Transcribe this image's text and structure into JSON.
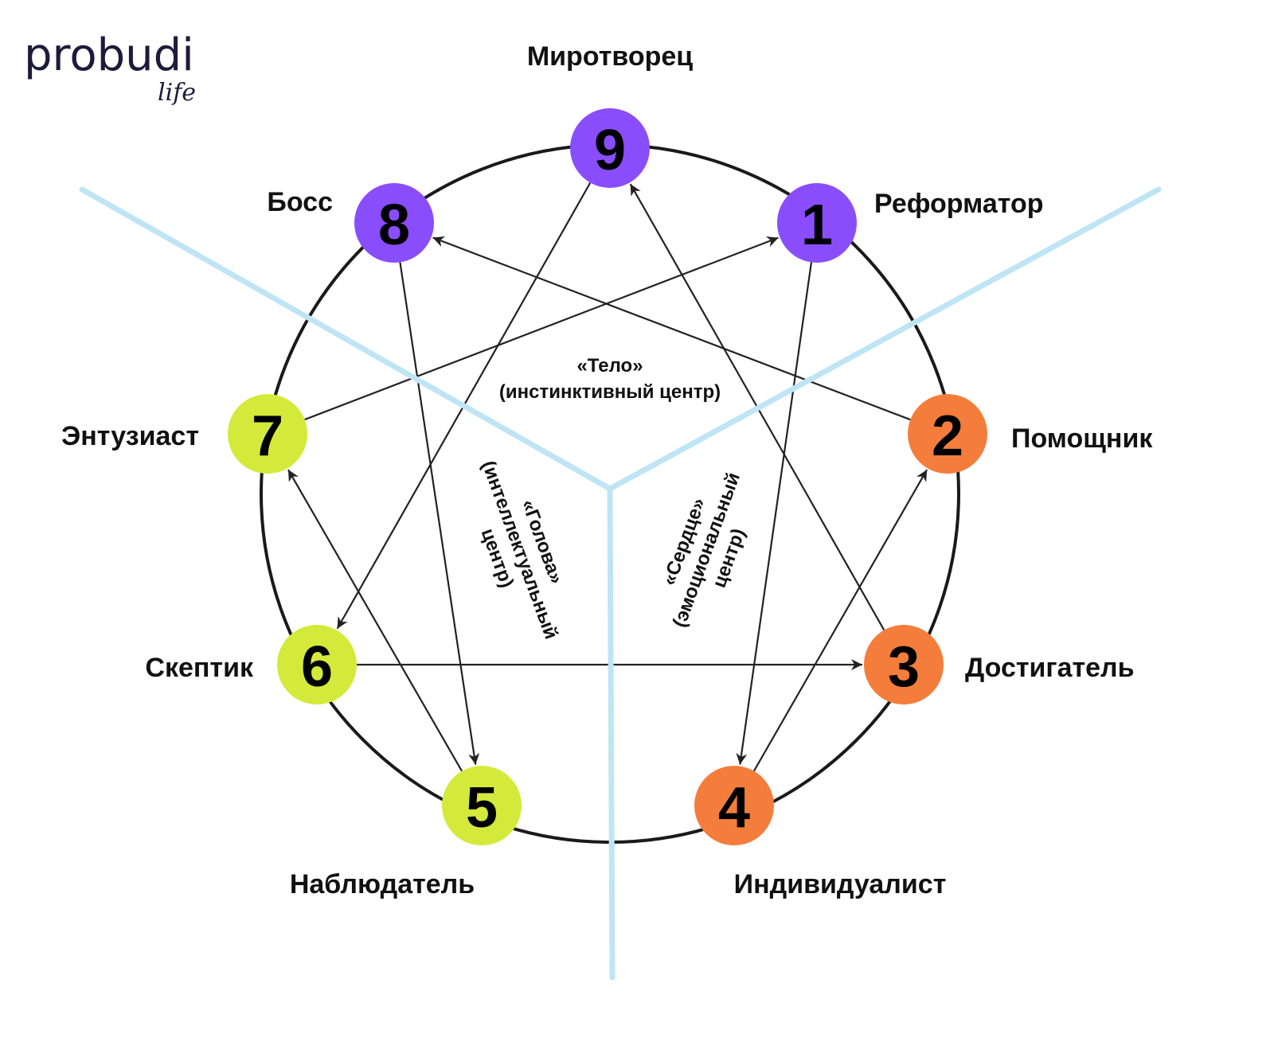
{
  "logo": {
    "main": "probudi",
    "sub": "life"
  },
  "colors": {
    "purple": "#8a4dfb",
    "orange": "#f47d3c",
    "green": "#d4ea3a",
    "blue_lines": "#bfe5f4"
  },
  "nodes": [
    {
      "number": "9",
      "label": "Миротворец",
      "color": "purple"
    },
    {
      "number": "1",
      "label": "Реформатор",
      "color": "purple"
    },
    {
      "number": "2",
      "label": "Помощник",
      "color": "orange"
    },
    {
      "number": "3",
      "label": "Достигатель",
      "color": "orange"
    },
    {
      "number": "4",
      "label": "Индивидуалист",
      "color": "orange"
    },
    {
      "number": "5",
      "label": "Наблюдатель",
      "color": "green"
    },
    {
      "number": "6",
      "label": "Скептик",
      "color": "green"
    },
    {
      "number": "7",
      "label": "Энтузиаст",
      "color": "green"
    },
    {
      "number": "8",
      "label": "Босс",
      "color": "purple"
    }
  ],
  "arrows": [
    [
      "9",
      "6"
    ],
    [
      "6",
      "3"
    ],
    [
      "3",
      "9"
    ],
    [
      "1",
      "4"
    ],
    [
      "4",
      "2"
    ],
    [
      "2",
      "8"
    ],
    [
      "8",
      "5"
    ],
    [
      "5",
      "7"
    ],
    [
      "7",
      "1"
    ]
  ],
  "centers": {
    "body": {
      "title": "«Тело»",
      "subtitle": "(инстинктивный центр)"
    },
    "head": {
      "title": "«Голова»",
      "line2": "(интеллектуальный",
      "line3": "центр)"
    },
    "heart": {
      "title": "«Сердце»",
      "line2": "(эмоциональный",
      "line3": "центр)"
    }
  }
}
